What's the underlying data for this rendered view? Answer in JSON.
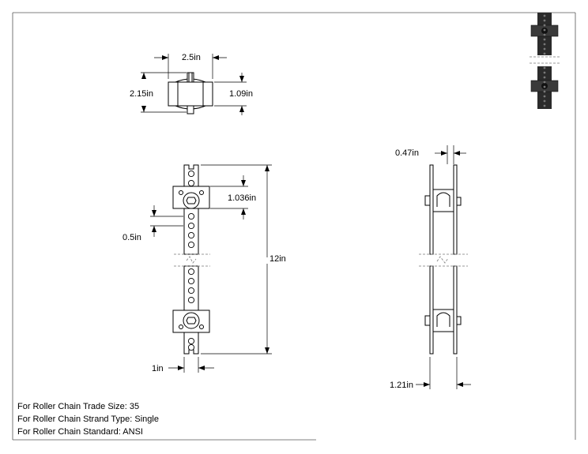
{
  "dimensions": {
    "top_width": "2.5in",
    "top_height": "2.15in",
    "top_inner": "1.09in",
    "clamp_height": "1.036in",
    "hole_pitch": "0.5in",
    "overall_length": "12in",
    "bar_width": "1in",
    "side_thickness": "0.47in",
    "side_width": "1.21in"
  },
  "specs": [
    "For Roller Chain Trade Size: 35",
    "For Roller Chain Strand Type: Single",
    "For Roller Chain Standard: ANSI"
  ],
  "colors": {
    "line": "#000000",
    "part": "#2b2b2b",
    "break": "#7a7a7a"
  }
}
